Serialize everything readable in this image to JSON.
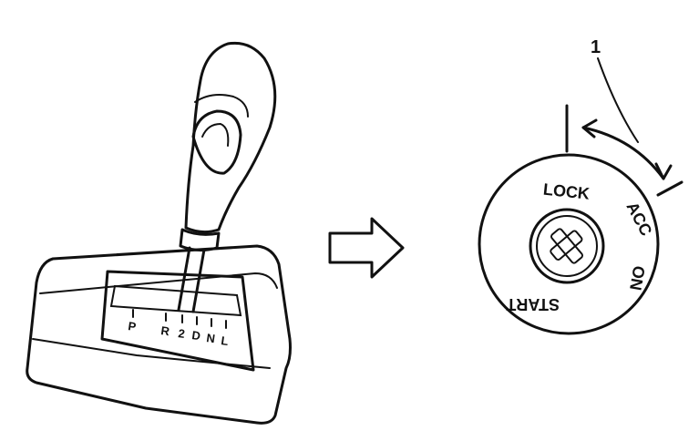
{
  "gear_positions": [
    "P",
    "R",
    "2",
    "D",
    "N",
    "L"
  ],
  "ignition_positions": [
    "LOCK",
    "ACC",
    "ON",
    "START"
  ],
  "callout_number": "1",
  "arrow_icon": "right-arrow-icon",
  "colors": {
    "ink": "#111111",
    "background": "#ffffff"
  }
}
